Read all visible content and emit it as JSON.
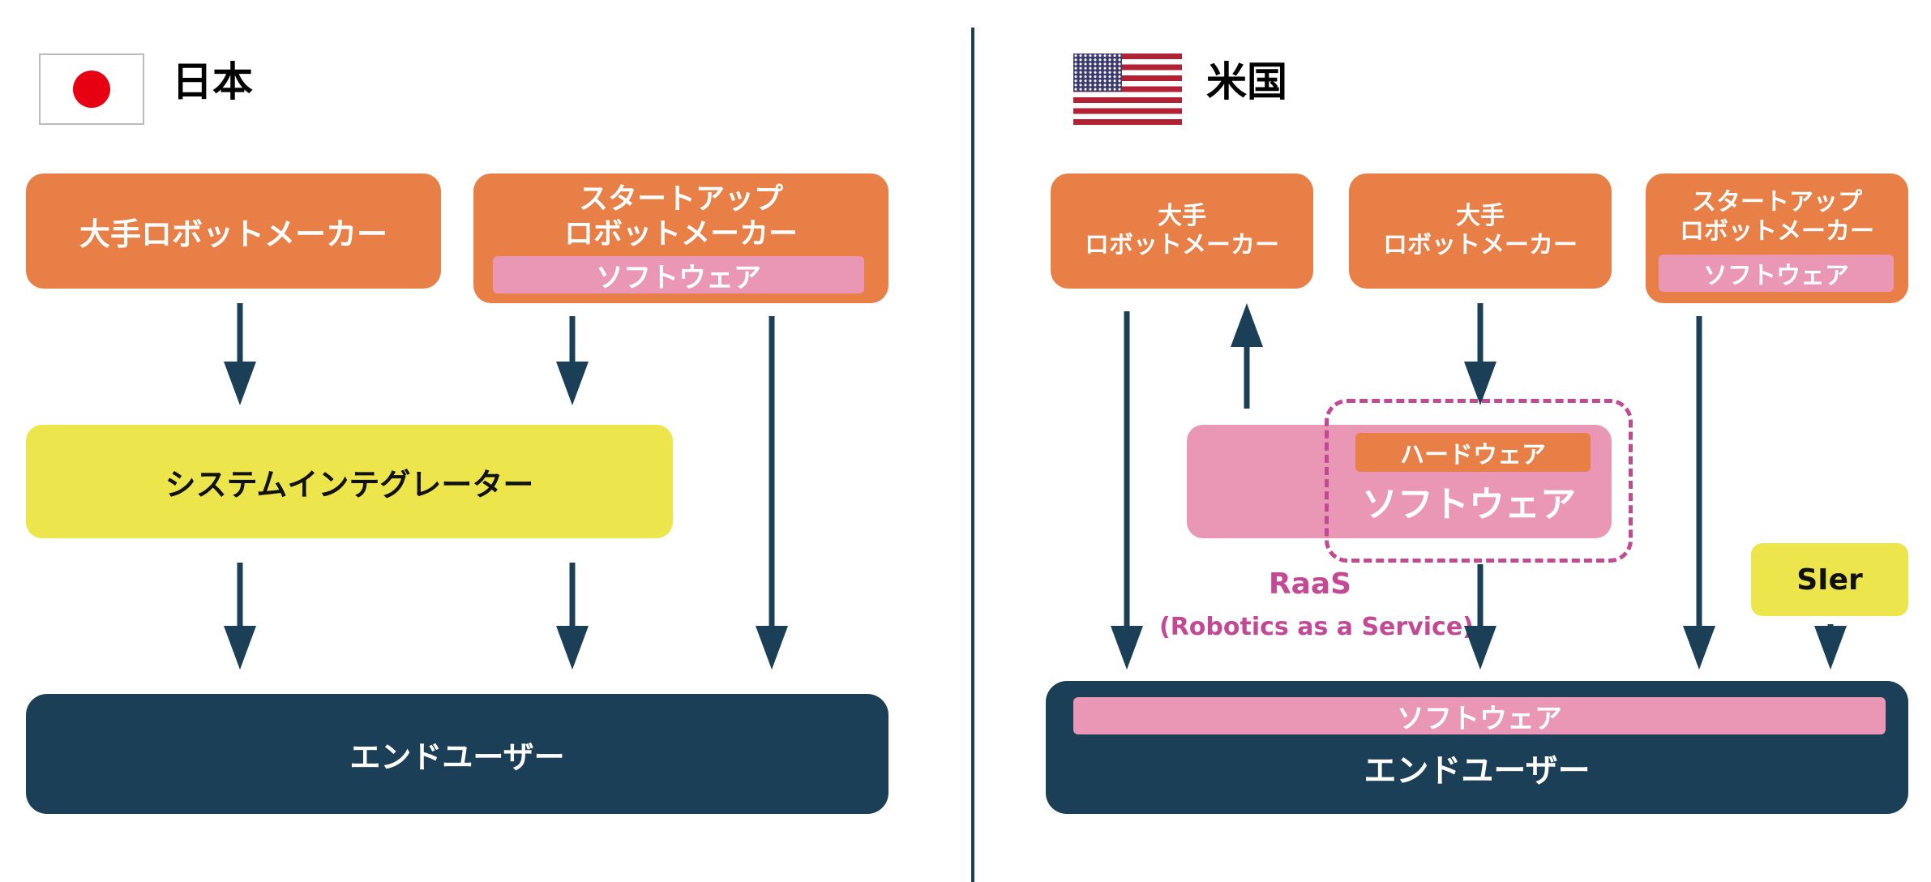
{
  "japan": {
    "title": "日本",
    "major_maker": "大手ロボットメーカー",
    "startup_maker_line1": "スタートアップ",
    "startup_maker_line2": "ロボットメーカー",
    "startup_software": "ソフトウェア",
    "system_integrator": "システムインテグレーター",
    "end_user": "エンドユーザー"
  },
  "usa": {
    "title": "米国",
    "major_maker_1_line1": "大手",
    "major_maker_1_line2": "ロボットメーカー",
    "major_maker_2_line1": "大手",
    "major_maker_2_line2": "ロボットメーカー",
    "startup_maker_line1": "スタートアップ",
    "startup_maker_line2": "ロボットメーカー",
    "startup_software": "ソフトウェア",
    "hardware": "ハードウェア",
    "software_main": "ソフトウェア",
    "raas": "RaaS",
    "raas_full": "(Robotics as a Service)",
    "sier": "SIer",
    "end_user_software": "ソフトウェア",
    "end_user": "エンドユーザー"
  },
  "colors": {
    "orange": "#E87F46",
    "pink": "#EA97B6",
    "yellow": "#ECE64C",
    "navy": "#1A3F57",
    "magenta": "#C24A95",
    "flag_red": "#E60012"
  }
}
